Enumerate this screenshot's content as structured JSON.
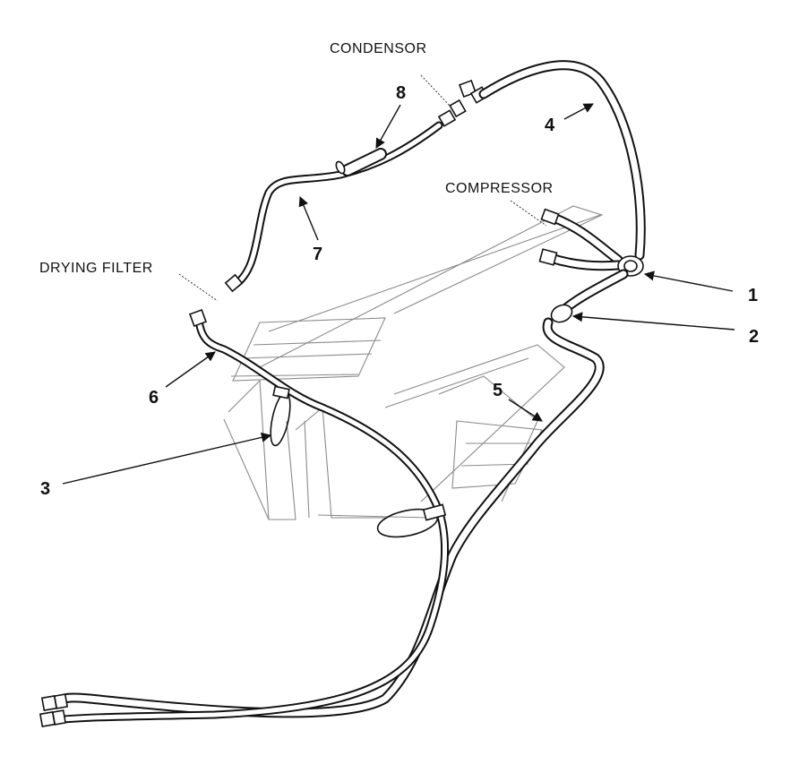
{
  "components": {
    "condensor": "CONDENSOR",
    "compressor": "COMPRESSOR",
    "drying_filter": "DRYING FILTER"
  },
  "callouts": [
    "1",
    "2",
    "3",
    "4",
    "5",
    "6",
    "7",
    "8"
  ],
  "colors": {
    "line": "#111111",
    "background_outline": "#8a8a8a",
    "paper": "#ffffff"
  }
}
